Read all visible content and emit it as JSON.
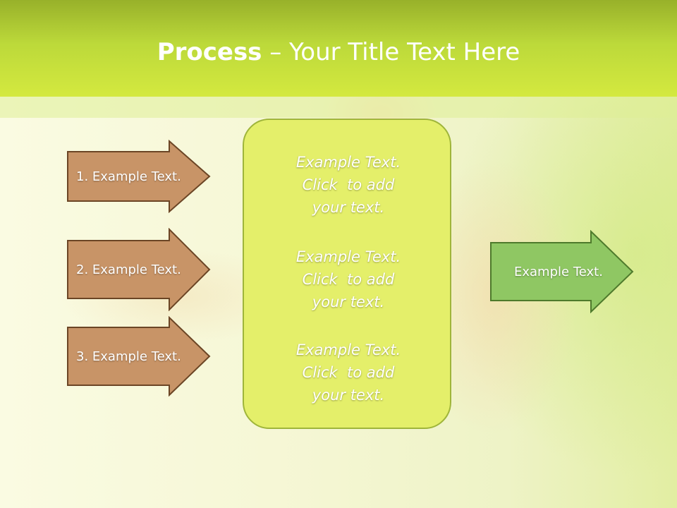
{
  "header": {
    "title_bold": "Process",
    "title_rest": " – Your Title Text Here"
  },
  "inputs": [
    {
      "label": "1. Example Text."
    },
    {
      "label": "2. Example Text."
    },
    {
      "label": "3. Example Text."
    }
  ],
  "center": {
    "blocks": [
      {
        "lines": [
          "Example Text.",
          "Click  to add",
          "your text."
        ]
      },
      {
        "lines": [
          "Example Text.",
          "Click  to add",
          "your text."
        ]
      },
      {
        "lines": [
          "Example Text.",
          "Click  to add",
          "your text."
        ]
      }
    ]
  },
  "output": {
    "label": "Example Text."
  },
  "colors": {
    "input_arrow_fill": "#c89467",
    "input_arrow_stroke": "#6b4525",
    "output_arrow_fill": "#8fc763",
    "output_arrow_stroke": "#4e7a2c",
    "center_fill": "#e4ef6a",
    "header": "#c3dd3c"
  }
}
